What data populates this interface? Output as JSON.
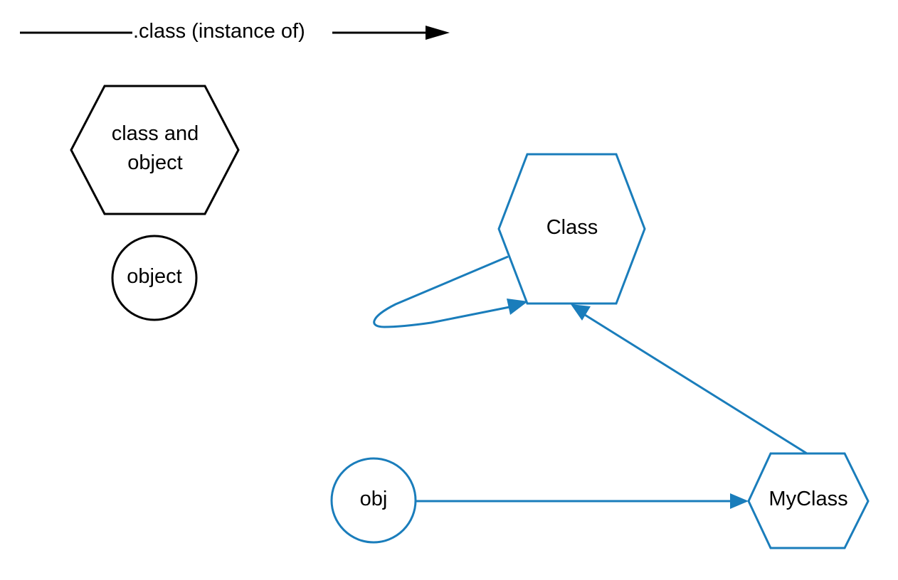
{
  "legend": {
    "edge_label": ".class (instance of)",
    "hexagon_label_line1": "class and",
    "hexagon_label_line2": "object",
    "circle_label": "object"
  },
  "nodes": {
    "class_node": "Class",
    "myclass_node": "MyClass",
    "obj_node": "obj"
  },
  "colors": {
    "legend": "#000000",
    "diagram": "#1a7dbb"
  }
}
